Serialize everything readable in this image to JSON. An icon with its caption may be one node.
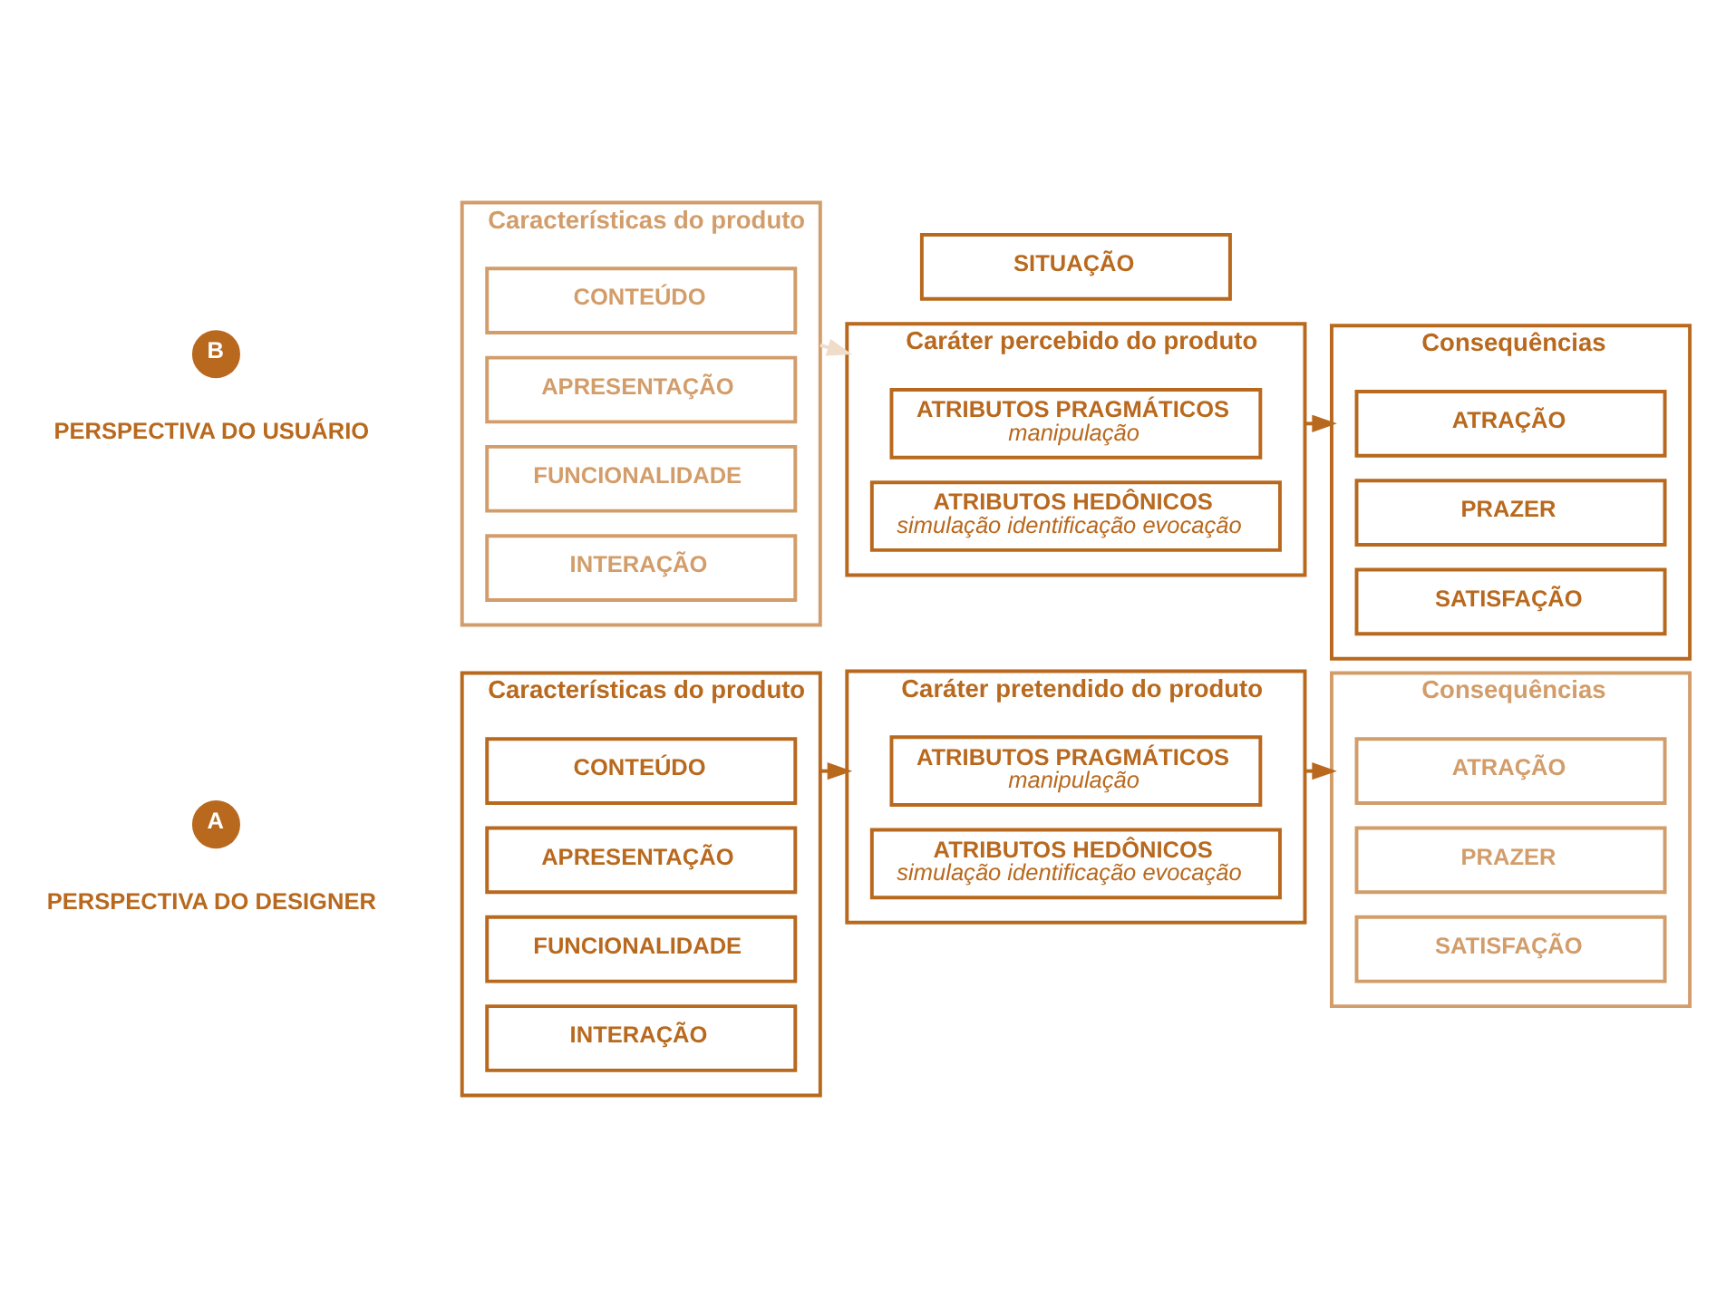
{
  "diagram": {
    "nodes": [
      {
        "text": [
          "A"
        ],
        "beside": [
          "PERSPECTIVA DO DESIGNER"
        ]
      },
      {
        "text": [
          "Características do produto"
        ]
      },
      {
        "text": [
          "CONTEÚDO"
        ],
        "in": 1
      },
      {
        "text": [
          "APRESENTAÇÃO"
        ],
        "in": 1
      },
      {
        "text": [
          "FUNCIONALIDADE"
        ],
        "in": 1
      },
      {
        "text": [
          "INTERAÇÃO"
        ],
        "in": 1
      },
      {
        "text": [
          "Caráter pretendido do produto"
        ]
      },
      {
        "text": [
          "ATRIBUTOS PRAGMÁTICOS",
          "manipulação"
        ],
        "in": 6
      },
      {
        "text": [
          "ATRIBUTOS HEDÔNICOS",
          "simulação identificação evocação"
        ],
        "in": 6
      },
      {
        "text": [
          "Consequências"
        ]
      },
      {
        "text": [
          "ATRAÇÃO"
        ],
        "in": 9
      },
      {
        "text": [
          "PRAZER"
        ],
        "in": 9
      },
      {
        "text": [
          "SATISFAÇÃO"
        ],
        "in": 9
      },
      {
        "text": [
          "B"
        ],
        "beside": [
          "PERSPECTIVA DO USUÁRIO"
        ]
      },
      {
        "text": [
          "Características do produto"
        ]
      },
      {
        "text": [
          "CONTEÚDO"
        ],
        "in": 14
      },
      {
        "text": [
          "APRESENTAÇÃO"
        ],
        "in": 14
      },
      {
        "text": [
          "FUNCIONALIDADE"
        ],
        "in": 14
      },
      {
        "text": [
          "INTERAÇÃO"
        ],
        "in": 14
      },
      {
        "text": [
          "SITUAÇÃO"
        ]
      },
      {
        "text": [
          "Caráter percebido do produto"
        ]
      },
      {
        "text": [
          "ATRIBUTOS PRAGMÁTICOS",
          "manipulação"
        ],
        "in": 20
      },
      {
        "text": [
          "ATRIBUTOS HEDÔNICOS",
          "simulação identificação evocação"
        ],
        "in": 20
      },
      {
        "text": [
          "Consequências"
        ]
      },
      {
        "text": [
          "ATRAÇÃO"
        ],
        "in": 23
      },
      {
        "text": [
          "PRAZER"
        ],
        "in": 23
      },
      {
        "text": [
          "SATISFAÇÃO"
        ],
        "in": 23
      }
    ],
    "edges": [
      {
        "from": 1,
        "to": 6,
        "arrow": "to"
      },
      {
        "from": 6,
        "to": 9,
        "arrow": "to"
      },
      {
        "from": 14,
        "to": 20,
        "arrow": "to",
        "color": "#f0dcc8"
      },
      {
        "from": 20,
        "to": 23,
        "arrow": "to"
      }
    ]
  }
}
